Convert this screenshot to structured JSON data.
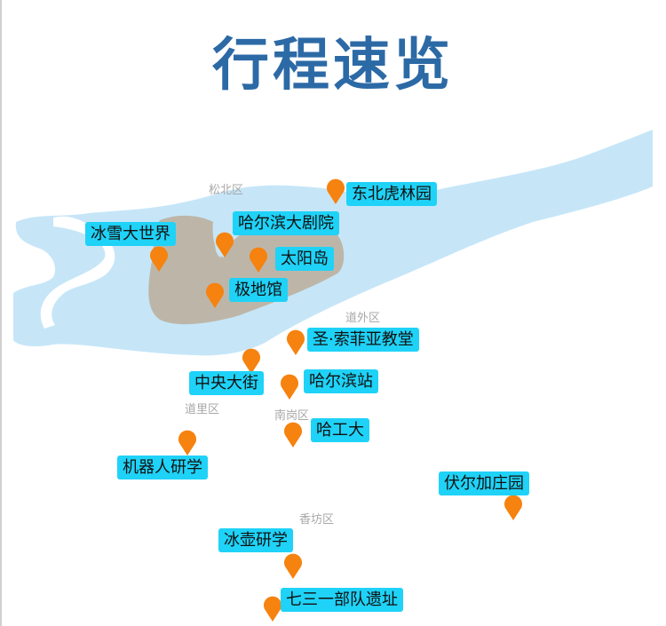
{
  "title": "行程速览",
  "colors": {
    "river": "#c6e6f8",
    "island": "#bdb6a8",
    "label": "#1fd2f7",
    "pin": "#f6820f",
    "title": "#2c6aa6"
  },
  "districts": [
    "松北区",
    "道外区",
    "道里区",
    "南岗区",
    "香坊区"
  ],
  "places": [
    "东北虎林园",
    "冰雪大世界",
    "哈尔滨大剧院",
    "太阳岛",
    "极地馆",
    "圣·索菲亚教堂",
    "中央大街",
    "哈尔滨站",
    "哈工大",
    "机器人研学",
    "伏尔加庄园",
    "冰壶研学",
    "七三一部队遗址"
  ]
}
